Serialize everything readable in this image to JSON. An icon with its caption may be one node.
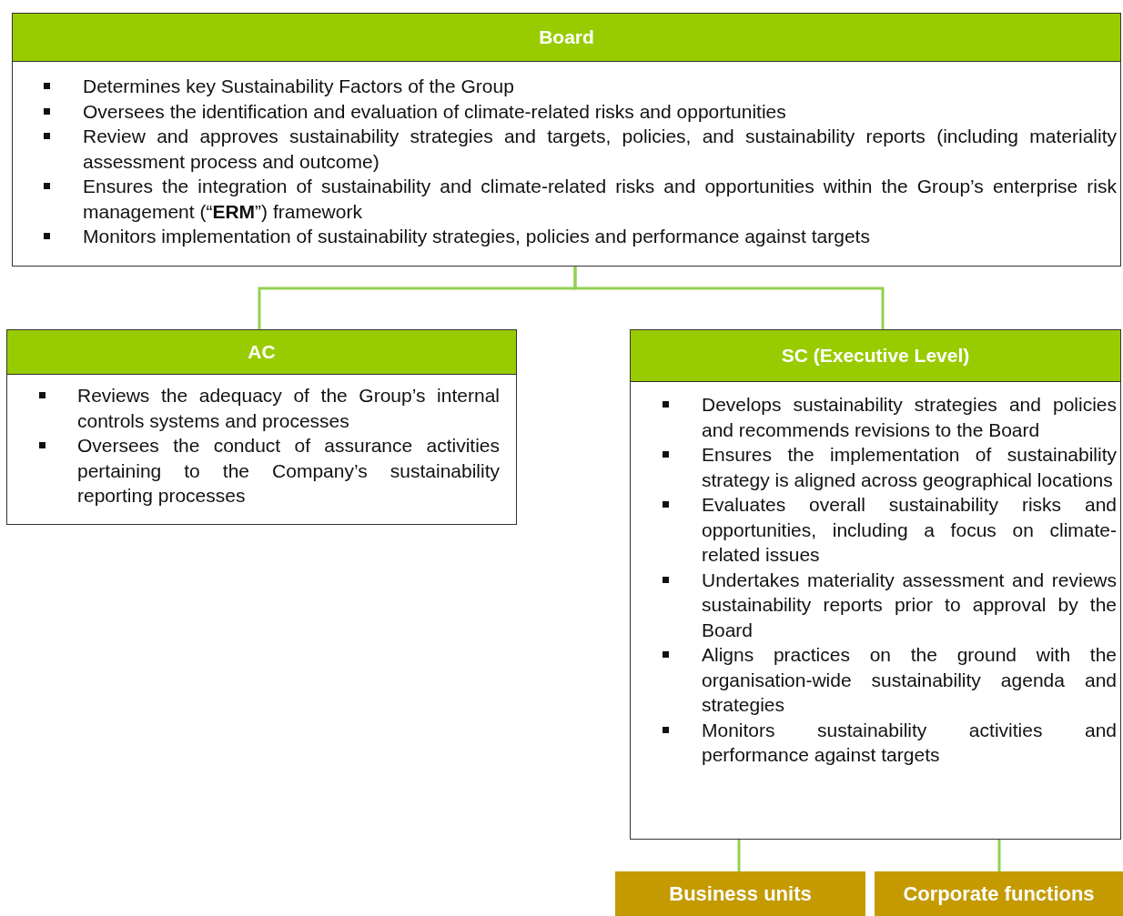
{
  "diagram": {
    "nodes": [
      {
        "text": [
          "Board",
          "Determines key Sustainability Factors of the Group",
          "Oversees the identification and evaluation of climate-related risks and opportunities",
          "Review and approves sustainability strategies and targets, policies, and sustainability reports (including materiality assessment process and outcome)",
          "Ensures the integration of sustainability and climate-related risks and opportunities within the Group’s enterprise risk management (“**ERM**”) framework",
          "Monitors implementation of sustainability strategies, policies and performance against targets"
        ]
      },
      {
        "text": [
          "AC",
          "Reviews the adequacy of the Group’s internal controls systems and processes",
          "Oversees the conduct of assurance activities pertaining to the Company’s sustainability reporting processes"
        ]
      },
      {
        "text": [
          "SC (Executive Level)",
          "Develops sustainability strategies and policies and recommends revisions to the Board",
          "Ensures the implementation of sustainability strategy is aligned across geographical locations",
          "Evaluates overall sustainability risks and opportunities, including a focus on climate-related issues",
          "Undertakes materiality assessment and reviews sustainability reports prior to approval by the Board",
          "Aligns practices on the ground with the organisation-wide sustainability agenda and strategies",
          "Monitors sustainability activities and performance against targets"
        ]
      },
      {
        "text": [
          "Business units"
        ]
      },
      {
        "text": [
          "Corporate functions"
        ]
      }
    ],
    "edges": [
      {
        "from": 0,
        "to": 1,
        "arrow": "none"
      },
      {
        "from": 0,
        "to": 2,
        "arrow": "none"
      },
      {
        "from": 2,
        "to": 3,
        "arrow": "none"
      },
      {
        "from": 2,
        "to": 4,
        "arrow": "none"
      }
    ]
  }
}
